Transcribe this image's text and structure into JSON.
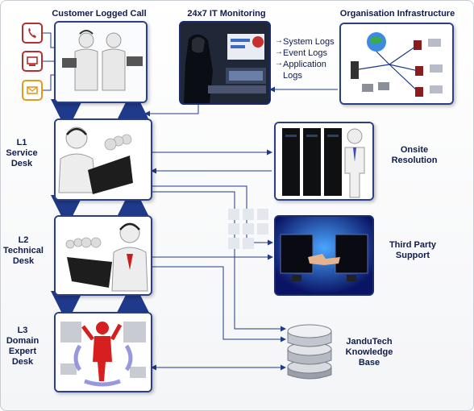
{
  "headings": {
    "customer_call": "Customer Logged Call",
    "monitoring": "24x7 IT Monitoring",
    "infrastructure": "Organisation Infrastructure"
  },
  "logs": [
    "System Logs",
    "Event Logs",
    "Application",
    "Logs"
  ],
  "tiers": {
    "l1": [
      "L1",
      "Service",
      "Desk"
    ],
    "l2": [
      "L2",
      "Technical",
      "Desk"
    ],
    "l3": [
      "L3",
      "Domain",
      "Expert",
      "Desk"
    ]
  },
  "destinations": {
    "onsite": [
      "Onsite",
      "Resolution"
    ],
    "third_party": [
      "Third Party",
      "Support"
    ],
    "knowledge": [
      "JanduTech",
      "Knowledge",
      "Base"
    ]
  },
  "icons": [
    "phone-icon",
    "computer-icon",
    "mail-icon"
  ],
  "colors": {
    "navy": "#0f1c4d",
    "arrow_blue": "#1f3a8a",
    "phone_red": "#b23030",
    "email_orange": "#e59a1c"
  }
}
